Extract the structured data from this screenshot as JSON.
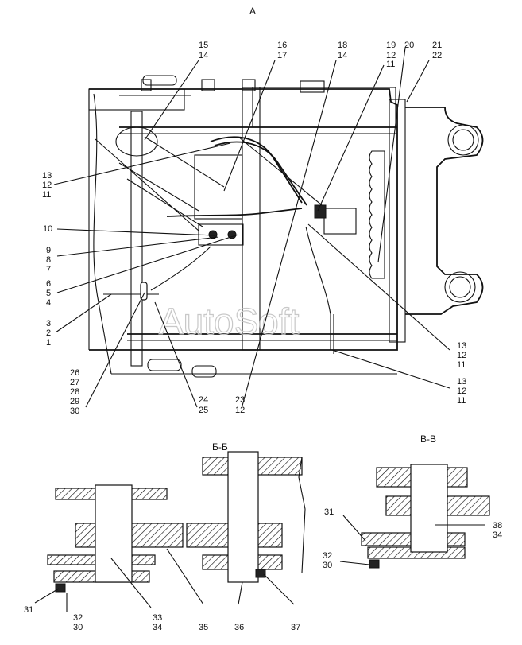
{
  "views": {
    "main": "А",
    "section_b": "Б-Б",
    "section_v": "В-В"
  },
  "watermark": "AutoSoft",
  "callouts": {
    "c15_14": [
      "15",
      "14"
    ],
    "c16_17": [
      "16",
      "17"
    ],
    "c18_14": [
      "18",
      "14"
    ],
    "c19_12_11": [
      "19",
      "12",
      "11"
    ],
    "c20": [
      "20"
    ],
    "c21_22": [
      "21",
      "22"
    ],
    "c13_12_11_left": [
      "13",
      "12",
      "11"
    ],
    "c10": [
      "10"
    ],
    "c9_8_7": [
      "9",
      "8",
      "7"
    ],
    "c6_5_4": [
      "6",
      "5",
      "4"
    ],
    "c3_2_1": [
      "3",
      "2",
      "1"
    ],
    "c26_30": [
      "26",
      "27",
      "28",
      "29",
      "30"
    ],
    "c24_25": [
      "24",
      "25"
    ],
    "c23_12": [
      "23",
      "12"
    ],
    "c13_12_11_right_a": [
      "13",
      "12",
      "11"
    ],
    "c13_12_11_right_b": [
      "13",
      "12",
      "11"
    ],
    "c31_b": [
      "31"
    ],
    "c32_30_b": [
      "32",
      "30"
    ],
    "c33_34": [
      "33",
      "34"
    ],
    "c35": [
      "35"
    ],
    "c36": [
      "36"
    ],
    "c37": [
      "37"
    ],
    "c31_v": [
      "31"
    ],
    "c38_34": [
      "38",
      "34"
    ],
    "c32_30_v": [
      "32",
      "30"
    ]
  }
}
